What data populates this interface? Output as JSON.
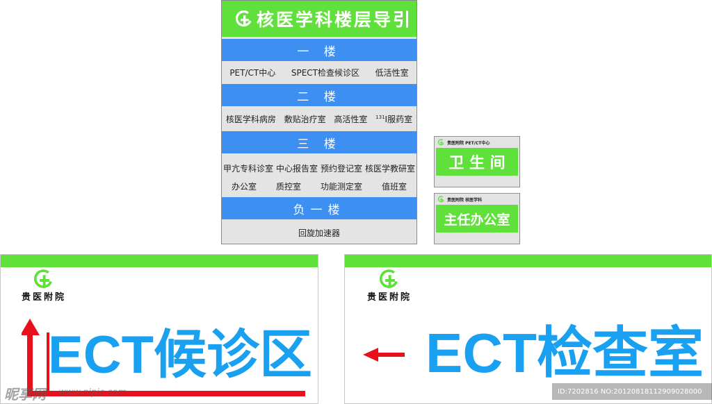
{
  "directory": {
    "title": "核医学科楼层导引",
    "floors": [
      {
        "name": "一 楼",
        "rows": [
          [
            "PET/CT中心",
            "SPECT检查候诊区",
            "低活性室"
          ]
        ]
      },
      {
        "name": "二 楼",
        "rows": [
          [
            "核医学科病房",
            "敷贴治疗室",
            "高活性室"
          ]
        ],
        "iodine": {
          "sup": "131",
          "label": "I服药室"
        }
      },
      {
        "name": "三 楼",
        "rows": [
          [
            "甲亢专科诊室",
            "中心报告室",
            "预约登记室",
            "核医学教研室"
          ],
          [
            "办公室",
            "质控室",
            "功能测定室",
            "值班室"
          ]
        ]
      },
      {
        "name": "负一楼",
        "rows": [
          [
            "回旋加速器"
          ]
        ]
      }
    ]
  },
  "door_signs": [
    {
      "small": "贵医附院 PET/CT中心",
      "label": "卫 生 间"
    },
    {
      "small": "贵医附院 核医学科",
      "label": "主任办公室"
    }
  ],
  "sign_left": {
    "hospital": "贵医附院",
    "text": "ECT候诊区"
  },
  "sign_right": {
    "hospital": "贵医附院",
    "text": "ECT检查室"
  },
  "watermark": {
    "logo": "昵享网",
    "url": "www.nipic.com",
    "id": "ID:7202816 NO:20120818112909028000"
  },
  "colors": {
    "green": "#5fe03a",
    "blue": "#3d8ff2",
    "sign_text": "#1aa0f0",
    "arrow": "#e8101c"
  },
  "icons": [
    "hospital-logo-icon",
    "arrow-up-icon",
    "arrow-left-icon"
  ]
}
